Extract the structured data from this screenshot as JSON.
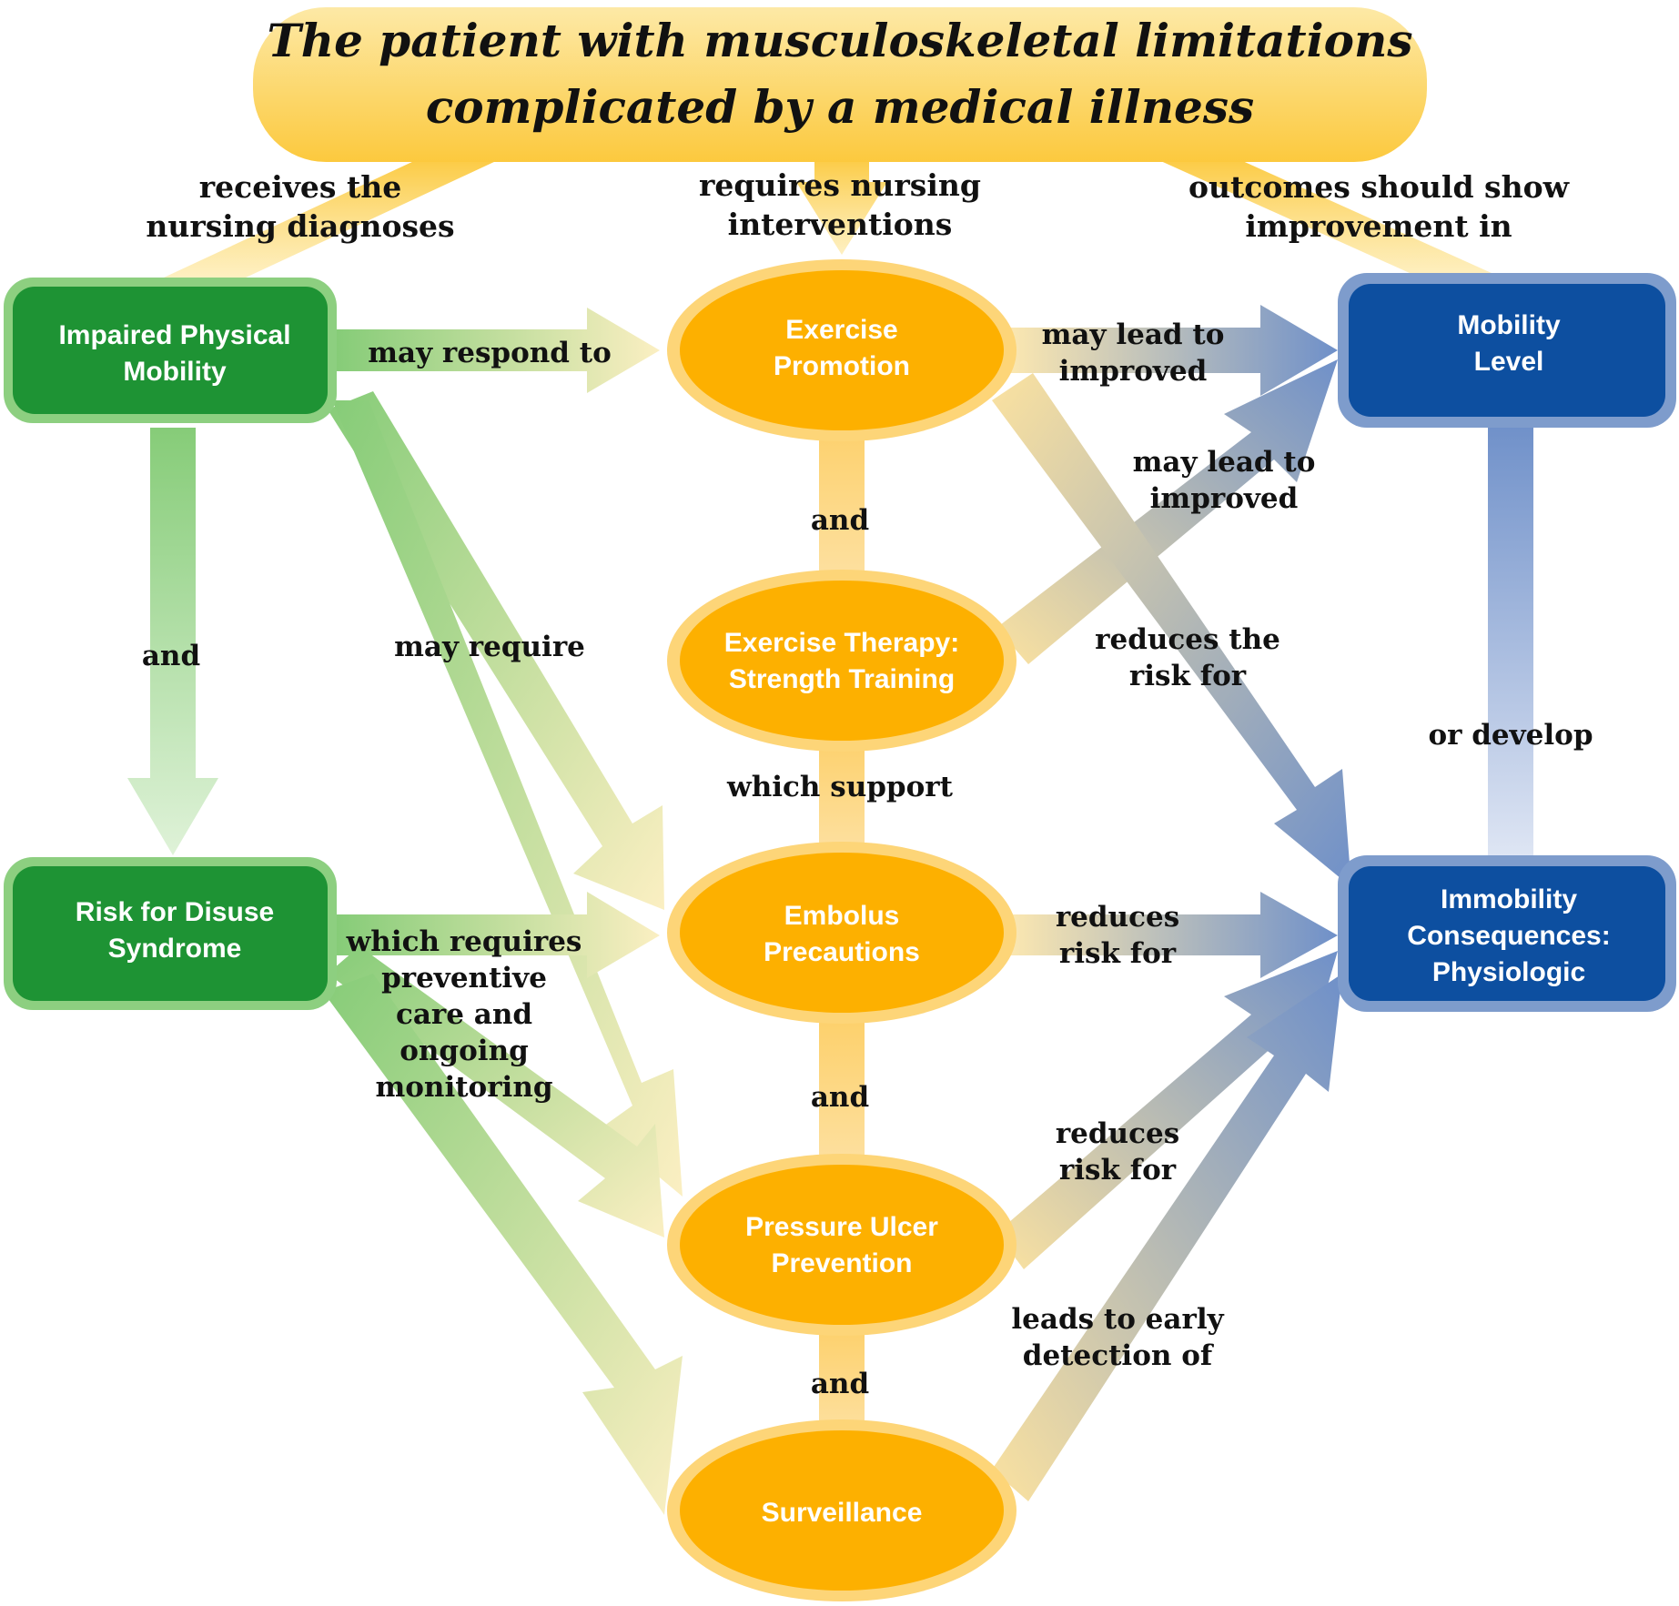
{
  "title": {
    "lines": [
      "The patient with musculoskeletal limitations",
      "complicated by a medical illness"
    ]
  },
  "colors": {
    "green_fill": "#1e9334",
    "green_border": "#8dcf80",
    "blue_fill": "#0d4fa0",
    "blue_border": "#7e9ccc",
    "orange_fill": "#fdb000",
    "orange_border": "#fdd578",
    "title_fill_top": "#fde9a6",
    "title_fill_bottom": "#fcc93e",
    "text_dark": "#111111",
    "text_light": "#ffffff"
  },
  "nodes": [
    {
      "id": "impaired-physical-mobility",
      "kind": "diagnosis",
      "lines": [
        "Impaired Physical",
        "Mobility"
      ]
    },
    {
      "id": "risk-for-disuse-syndrome",
      "kind": "diagnosis",
      "lines": [
        "Risk for Disuse",
        "Syndrome"
      ]
    },
    {
      "id": "exercise-promotion",
      "kind": "intervention",
      "lines": [
        "Exercise",
        "Promotion"
      ]
    },
    {
      "id": "exercise-therapy",
      "kind": "intervention",
      "lines": [
        "Exercise Therapy:",
        "Strength Training"
      ]
    },
    {
      "id": "embolus-precautions",
      "kind": "intervention",
      "lines": [
        "Embolus",
        "Precautions"
      ]
    },
    {
      "id": "pressure-ulcer-prevention",
      "kind": "intervention",
      "lines": [
        "Pressure Ulcer",
        "Prevention"
      ]
    },
    {
      "id": "surveillance",
      "kind": "intervention",
      "lines": [
        "Surveillance"
      ]
    },
    {
      "id": "mobility-level",
      "kind": "outcome",
      "lines": [
        "Mobility",
        "Level"
      ]
    },
    {
      "id": "immobility-consequences",
      "kind": "outcome",
      "lines": [
        "Immobility",
        "Consequences:",
        "Physiologic"
      ]
    }
  ],
  "edges": [
    {
      "id": "title-to-diagnoses",
      "from": "title",
      "to": "impaired-physical-mobility",
      "label": [
        "receives the",
        "nursing diagnoses"
      ]
    },
    {
      "id": "title-to-interventions",
      "from": "title",
      "to": "exercise-promotion",
      "label": [
        "requires nursing",
        "interventions"
      ]
    },
    {
      "id": "title-to-outcomes",
      "from": "title",
      "to": "mobility-level",
      "label": [
        "outcomes should show",
        "improvement in"
      ]
    },
    {
      "id": "ipm-to-exercise-promotion",
      "from": "impaired-physical-mobility",
      "to": "exercise-promotion",
      "label": [
        "may respond to"
      ]
    },
    {
      "id": "ipm-to-risk-disuse",
      "from": "impaired-physical-mobility",
      "to": "risk-for-disuse-syndrome",
      "label": [
        "and"
      ]
    },
    {
      "id": "ipm-may-require",
      "from": "impaired-physical-mobility",
      "to": "embolus-precautions",
      "label": [
        "may require"
      ]
    },
    {
      "id": "ipm-to-pressure-ulcer",
      "from": "impaired-physical-mobility",
      "to": "pressure-ulcer-prevention",
      "label": []
    },
    {
      "id": "rds-to-embolus",
      "from": "risk-for-disuse-syndrome",
      "to": "embolus-precautions",
      "label": [
        "which requires",
        "preventive",
        "care and",
        "ongoing",
        "monitoring"
      ]
    },
    {
      "id": "rds-to-pressure-ulcer",
      "from": "risk-for-disuse-syndrome",
      "to": "pressure-ulcer-prevention",
      "label": []
    },
    {
      "id": "rds-to-surveillance",
      "from": "risk-for-disuse-syndrome",
      "to": "surveillance",
      "label": []
    },
    {
      "id": "ep-and-et",
      "from": "exercise-promotion",
      "to": "exercise-therapy",
      "label": [
        "and"
      ]
    },
    {
      "id": "et-support-embolus",
      "from": "exercise-therapy",
      "to": "embolus-precautions",
      "label": [
        "which support"
      ]
    },
    {
      "id": "embolus-and-pressure",
      "from": "embolus-precautions",
      "to": "pressure-ulcer-prevention",
      "label": [
        "and"
      ]
    },
    {
      "id": "pressure-and-surveillance",
      "from": "pressure-ulcer-prevention",
      "to": "surveillance",
      "label": [
        "and"
      ]
    },
    {
      "id": "ep-to-mobility",
      "from": "exercise-promotion",
      "to": "mobility-level",
      "label": [
        "may lead to",
        "improved"
      ]
    },
    {
      "id": "et-to-mobility",
      "from": "exercise-therapy",
      "to": "mobility-level",
      "label": [
        "may lead to",
        "improved"
      ]
    },
    {
      "id": "ep-to-immobility",
      "from": "exercise-promotion",
      "to": "immobility-consequences",
      "label": [
        "reduces the",
        "risk for"
      ]
    },
    {
      "id": "embolus-to-immobility",
      "from": "embolus-precautions",
      "to": "immobility-consequences",
      "label": [
        "reduces",
        "risk for"
      ]
    },
    {
      "id": "pressure-to-immobility",
      "from": "pressure-ulcer-prevention",
      "to": "immobility-consequences",
      "label": [
        "reduces",
        "risk for"
      ]
    },
    {
      "id": "surveillance-to-immobility",
      "from": "surveillance",
      "to": "immobility-consequences",
      "label": [
        "leads to early",
        "detection of"
      ]
    },
    {
      "id": "mobility-or-develop",
      "from": "mobility-level",
      "to": "immobility-consequences",
      "label": [
        "or develop"
      ]
    }
  ]
}
